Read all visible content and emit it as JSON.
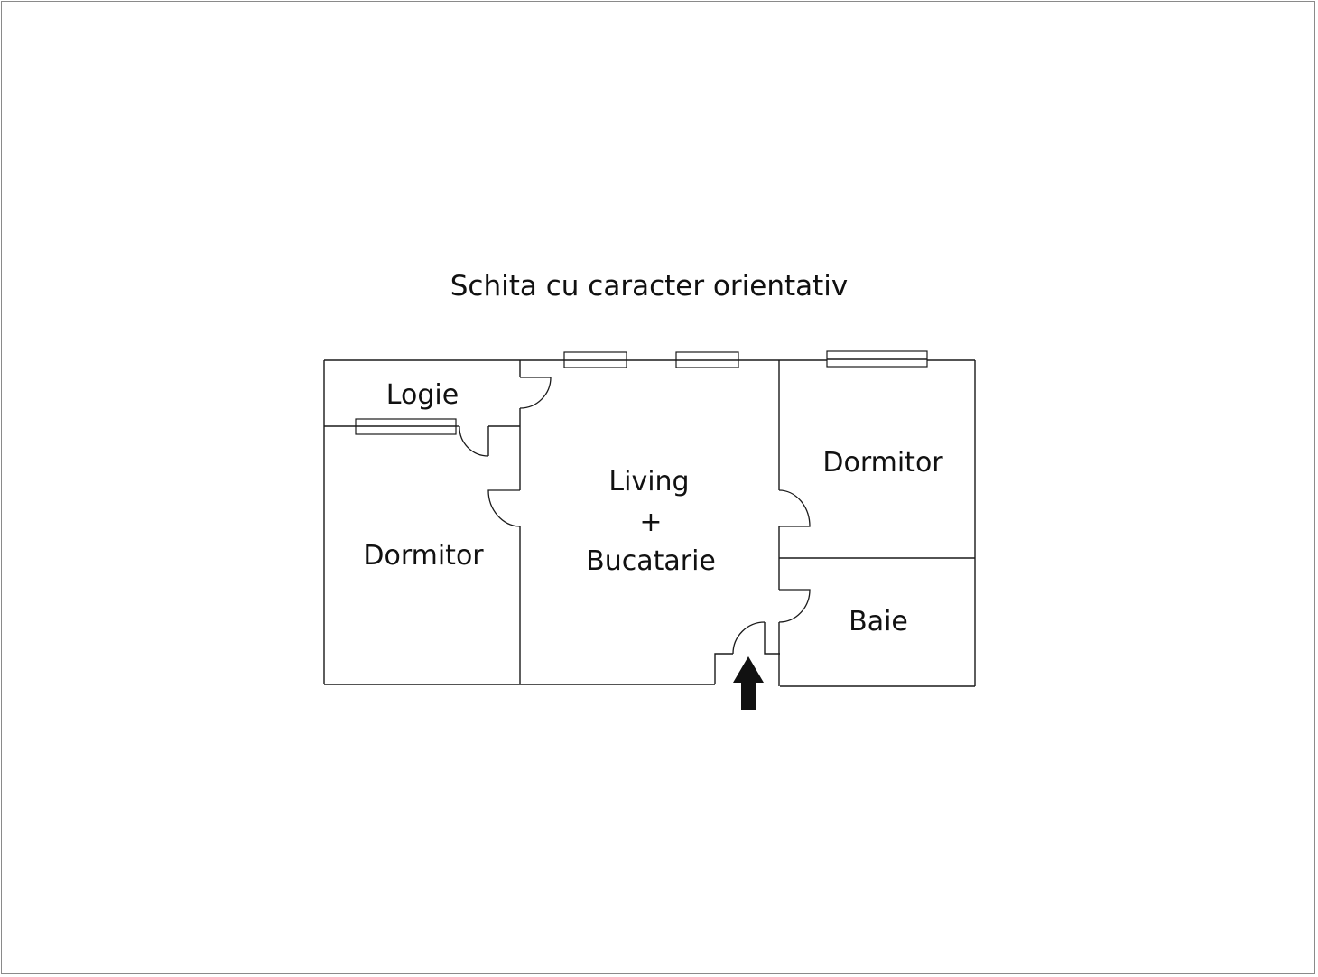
{
  "title": "Schita cu caracter orientativ",
  "rooms": {
    "logie": "Logie",
    "dormitor_left": "Dormitor",
    "living_line1": "Living",
    "living_line2": "+",
    "living_line3": "Bucatarie",
    "dormitor_right": "Dormitor",
    "baie": "Baie"
  },
  "colors": {
    "line": "#1a1a1a",
    "background": "#ffffff",
    "frame": "#8a8a8a"
  },
  "icons": {
    "entrance": "arrow-up-icon"
  }
}
